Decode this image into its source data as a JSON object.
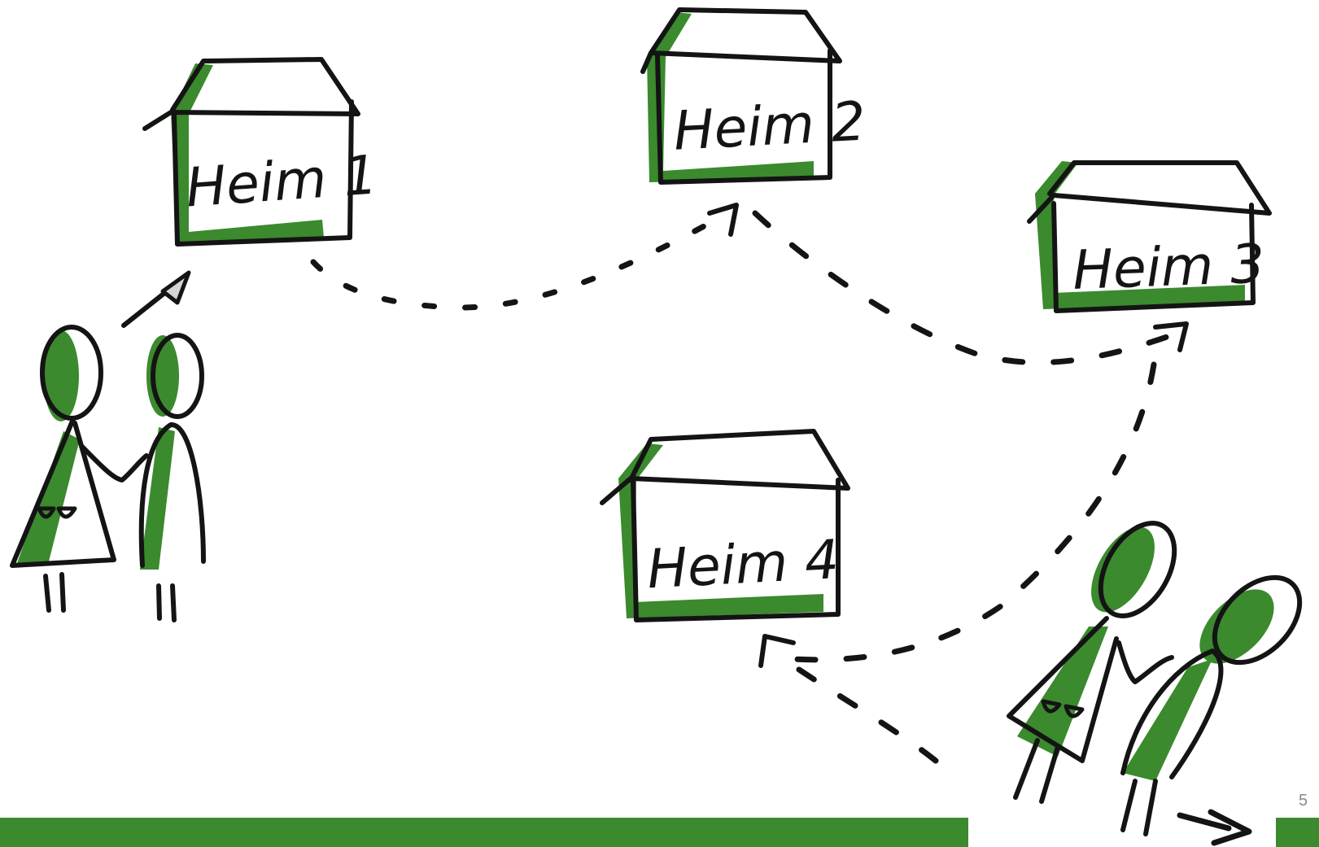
{
  "colors": {
    "ink": "#141414",
    "accent": "#3b8a2e",
    "background": "#ffffff"
  },
  "homes": [
    {
      "label": "Heim 1"
    },
    {
      "label": "Heim 2"
    },
    {
      "label": "Heim 3"
    },
    {
      "label": "Heim 4"
    }
  ],
  "page_number": "5"
}
